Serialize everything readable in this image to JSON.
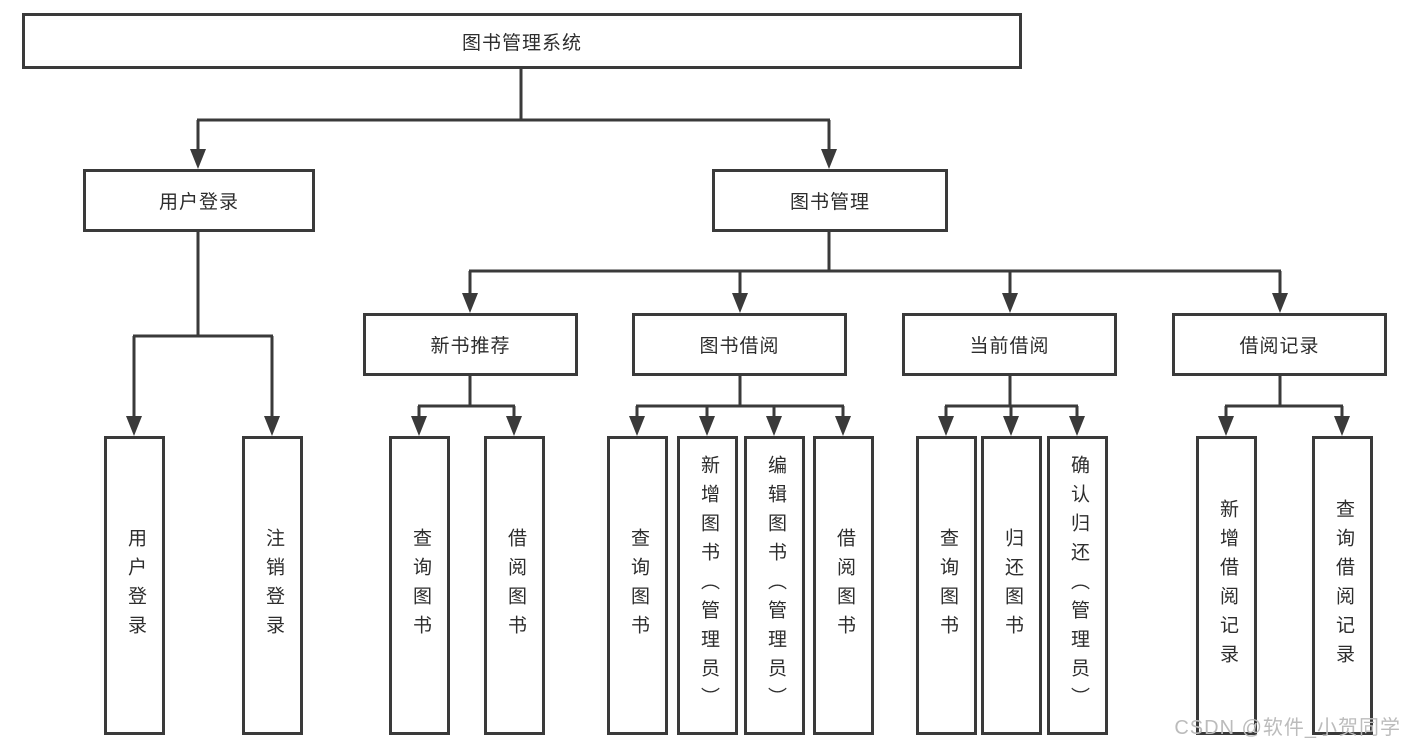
{
  "colors": {
    "line": "#3a3a3a",
    "box_border": "#3a3a3a",
    "text": "#2d2d2d",
    "background": "#ffffff",
    "watermark": "#bcbcbc"
  },
  "watermark": {
    "text": "CSDN @软件_小贺同学"
  },
  "tree": {
    "root": {
      "label": "图书管理系统"
    },
    "branches": [
      {
        "label": "用户登录",
        "children": [
          {
            "label": "用户登录"
          },
          {
            "label": "注销登录"
          }
        ]
      },
      {
        "label": "图书管理",
        "children": [
          {
            "label": "新书推荐",
            "children": [
              {
                "label": "查询图书"
              },
              {
                "label": "借阅图书"
              }
            ]
          },
          {
            "label": "图书借阅",
            "children": [
              {
                "label": "查询图书"
              },
              {
                "label": "新增图书（管理员）"
              },
              {
                "label": "编辑图书（管理员）"
              },
              {
                "label": "借阅图书"
              }
            ]
          },
          {
            "label": "当前借阅",
            "children": [
              {
                "label": "查询图书"
              },
              {
                "label": "归还图书"
              },
              {
                "label": "确认归还（管理员）"
              }
            ]
          },
          {
            "label": "借阅记录",
            "children": [
              {
                "label": "新增借阅记录"
              },
              {
                "label": "查询借阅记录"
              }
            ]
          }
        ]
      }
    ]
  }
}
